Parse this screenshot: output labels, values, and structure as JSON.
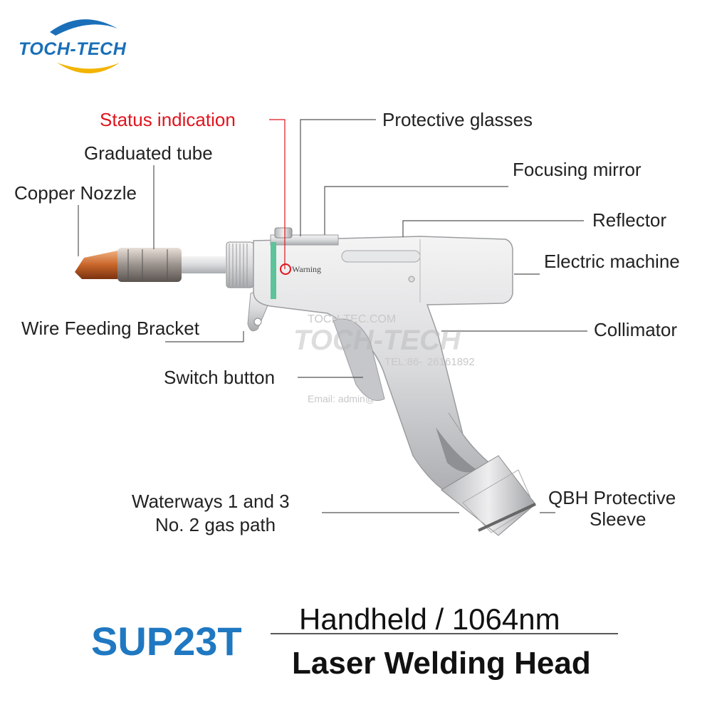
{
  "brand": {
    "logo_text": "TOCH-TECH"
  },
  "labels": {
    "status_indication": "Status indication",
    "protective_glasses": "Protective glasses",
    "graduated_tube": "Graduated tube",
    "copper_nozzle": "Copper Nozzle",
    "focusing_mirror": "Focusing mirror",
    "reflector": "Reflector",
    "electric_machine": "Electric machine",
    "wire_feeding_bracket": "Wire Feeding Bracket",
    "collimator": "Collimator",
    "switch_button": "Switch button",
    "waterways_line1": "Waterways 1 and 3",
    "waterways_line2": "No. 2 gas path",
    "qbh_line1": "QBH Protective",
    "qbh_line2": "Sleeve"
  },
  "device": {
    "warning_text": "Warning"
  },
  "watermark": {
    "brand": "TOCH-TECH",
    "tel": "TEL:86-",
    "tel_tail": "26161892",
    "email": "Email: admin@",
    "site": "TOCH-TEC.COM"
  },
  "title": {
    "model": "SUP23T",
    "line1": "Handheld / 1064nm",
    "line2": "Laser Welding Head"
  },
  "colors": {
    "brand_blue": "#1f78c1",
    "accent_yellow": "#f3b400",
    "status_red": "#e0141e"
  }
}
